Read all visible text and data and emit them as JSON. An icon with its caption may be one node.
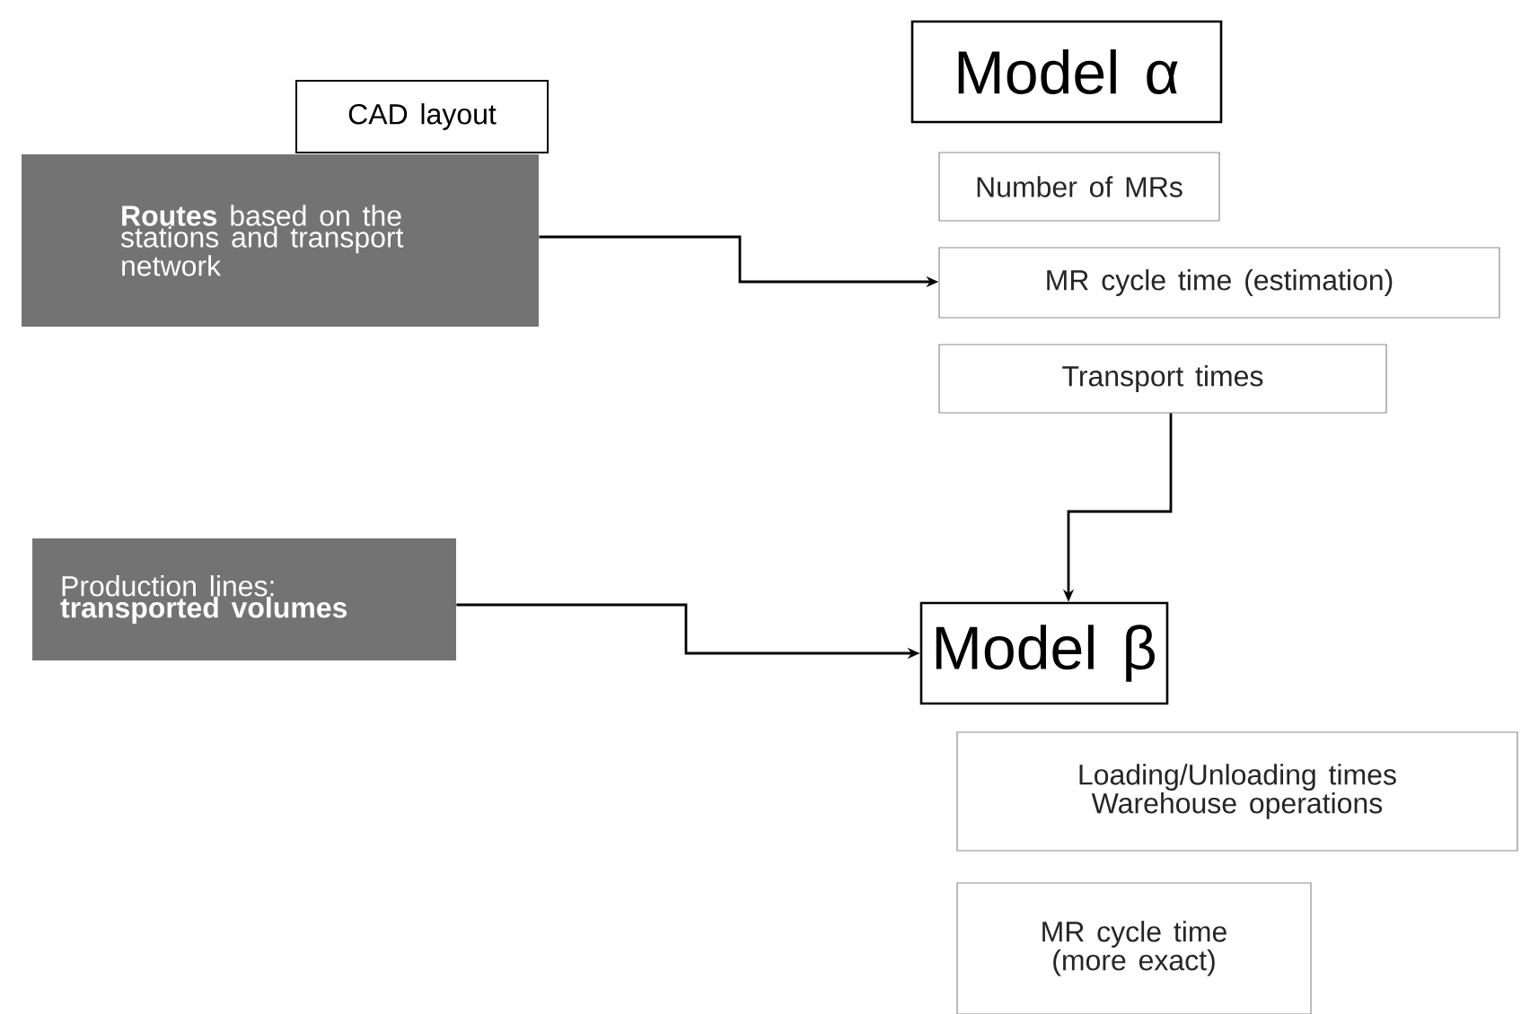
{
  "diagram": {
    "nodes": [
      {
        "text": [
          "CAD layout"
        ]
      },
      {
        "text": [
          "**Routes** based on the stations and transport network"
        ]
      },
      {
        "text": [
          "Model α"
        ]
      },
      {
        "text": [
          "Number of MRs"
        ]
      },
      {
        "text": [
          "MR cycle time (estimation)"
        ]
      },
      {
        "text": [
          "Transport times"
        ]
      },
      {
        "text": [
          "Production lines: **transported volumes**"
        ]
      },
      {
        "text": [
          "Model β"
        ]
      },
      {
        "text": [
          "Loading/Unloading times Warehouse operations"
        ]
      },
      {
        "text": [
          "MR cycle time (more exact)"
        ]
      }
    ],
    "edges": [
      {
        "from": 1,
        "to": 4,
        "arrow": "to"
      },
      {
        "from": 5,
        "to": 7,
        "arrow": "to"
      },
      {
        "from": 6,
        "to": 7,
        "arrow": "to"
      }
    ]
  }
}
